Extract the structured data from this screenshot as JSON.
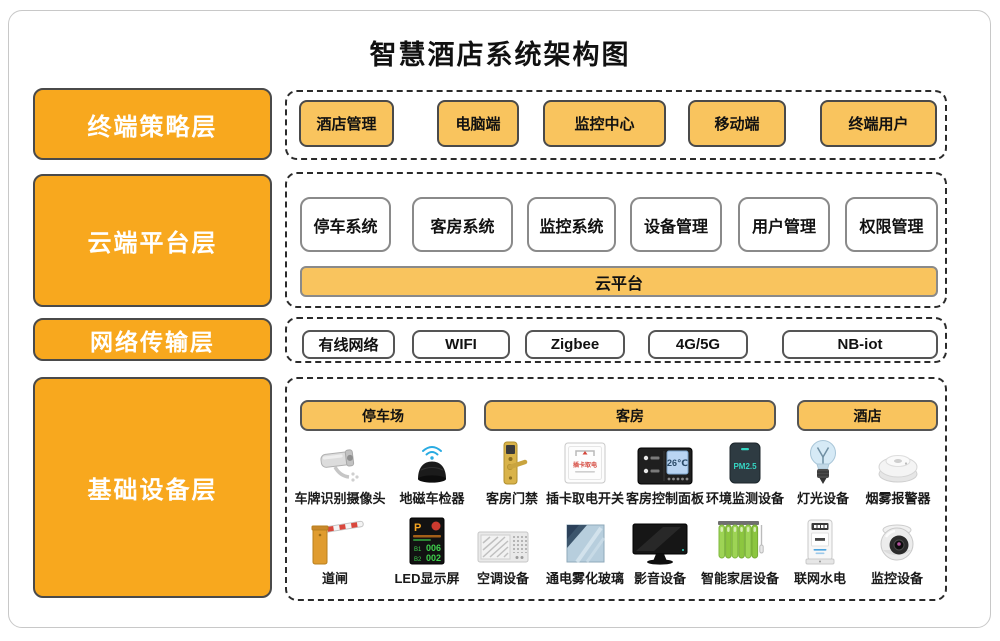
{
  "title": "智慧酒店系统架构图",
  "colors": {
    "layer_fill": "#F8A81E",
    "item_fill": "#F9C45E",
    "dash_border": "#2b2b2b",
    "wifi_blue": "#29abe2",
    "teal": "#35d6c3",
    "led_green": "#3fd24d"
  },
  "layers": {
    "terminal": {
      "label": "终端策略层",
      "items": [
        "酒店管理",
        "电脑端",
        "监控中心",
        "移动端",
        "终端用户"
      ]
    },
    "cloud": {
      "label": "云端平台层",
      "systems": [
        "停车系统",
        "客房系统",
        "监控系统",
        "设备管理",
        "用户管理",
        "权限管理"
      ],
      "platform": "云平台"
    },
    "network": {
      "label": "网络传输层",
      "items": [
        "有线网络",
        "WIFI",
        "Zigbee",
        "4G/5G",
        "NB-iot"
      ]
    },
    "devices": {
      "label": "基础设备层",
      "zones": [
        "停车场",
        "客房",
        "酒店"
      ],
      "row1": [
        {
          "icon": "bullet-camera-icon",
          "label": "车牌识别摄像头"
        },
        {
          "icon": "geomagnetic-detector-icon",
          "label": "地磁车检器"
        },
        {
          "icon": "door-lock-icon",
          "label": "客房门禁"
        },
        {
          "icon": "card-power-switch-icon",
          "label": "插卡取电开关"
        },
        {
          "icon": "room-control-panel-icon",
          "label": "客房控制面板"
        },
        {
          "icon": "pm25-monitor-icon",
          "label": "环境监测设备"
        },
        {
          "icon": "light-bulb-icon",
          "label": "灯光设备"
        },
        {
          "icon": "smoke-alarm-icon",
          "label": "烟雾报警器"
        }
      ],
      "row2": [
        {
          "icon": "barrier-gate-icon",
          "label": "道闸"
        },
        {
          "icon": "led-display-icon",
          "label": "LED显示屏"
        },
        {
          "icon": "air-conditioner-icon",
          "label": "空调设备"
        },
        {
          "icon": "fog-glass-icon",
          "label": "通电雾化玻璃"
        },
        {
          "icon": "tv-icon",
          "label": "影音设备"
        },
        {
          "icon": "smart-blinds-icon",
          "label": "智能家居设备"
        },
        {
          "icon": "utility-meter-icon",
          "label": "联网水电"
        },
        {
          "icon": "dome-camera-icon",
          "label": "监控设备"
        }
      ]
    }
  },
  "icon_texts": {
    "card_switch": "插卡取电",
    "panel_temp": "26℃",
    "pm25": "PM2.5",
    "led_p": "P",
    "led_b1": "B1",
    "led_b2": "B2",
    "led_num1": "006",
    "led_num2": "002"
  }
}
